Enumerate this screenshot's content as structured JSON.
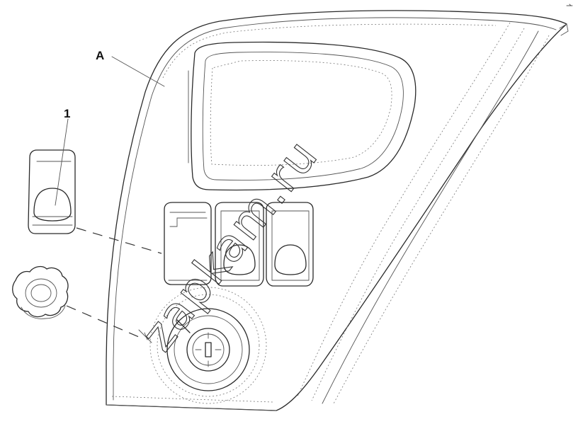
{
  "callouts": {
    "assembly": "A",
    "part_1": "1"
  },
  "watermark": "zapkam.ru",
  "colors": {
    "line": "#2a2a2a",
    "background": "#ffffff"
  },
  "icons": {
    "switch_part": "rocker-switch-icon",
    "knob": "rotary-knob-icon",
    "lock": "ignition-lock-icon"
  }
}
